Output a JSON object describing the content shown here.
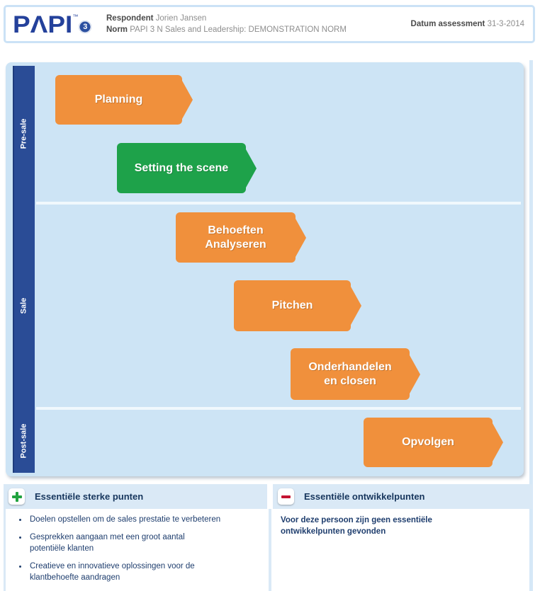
{
  "header": {
    "logo": {
      "text": "PΛPI",
      "tm": "™",
      "badge": "3"
    },
    "respondent_label": "Respondent",
    "respondent_value": "Jorien Jansen",
    "norm_label": "Norm",
    "norm_value": "PAPI 3 N Sales and Leadership: DEMONSTRATION NORM",
    "date_label": "Datum assessment",
    "date_value": "31-3-2014"
  },
  "diagram": {
    "rows": [
      {
        "label": "Pre-sale"
      },
      {
        "label": "Sale"
      },
      {
        "label": "Post-sale"
      }
    ],
    "stages": [
      {
        "row": "Pre-sale",
        "color": "#F0903C",
        "lines": [
          "Planning"
        ]
      },
      {
        "row": "Pre-sale",
        "color": "#1EA24A",
        "lines": [
          "Setting the scene"
        ]
      },
      {
        "row": "Sale",
        "color": "#F0903C",
        "lines": [
          "Behoeften",
          "Analyseren"
        ]
      },
      {
        "row": "Sale",
        "color": "#F0903C",
        "lines": [
          "Pitchen"
        ]
      },
      {
        "row": "Sale",
        "color": "#F0903C",
        "lines": [
          "Onderhandelen",
          "en closen"
        ]
      },
      {
        "row": "Post-sale",
        "color": "#F0903C",
        "lines": [
          "Opvolgen"
        ]
      }
    ]
  },
  "strengths": {
    "title": "Essentiële sterke punten",
    "icon": "plus-icon",
    "items": [
      {
        "lines": [
          "Doelen opstellen om de sales prestatie te verbeteren"
        ]
      },
      {
        "lines": [
          "Gesprekken aangaan met een groot aantal",
          "potentiële klanten"
        ]
      },
      {
        "lines": [
          "Creatieve en innovatieve oplossingen voor de",
          "klantbehoefte aandragen"
        ]
      }
    ]
  },
  "development": {
    "title": "Essentiële ontwikkelpunten",
    "icon": "minus-icon",
    "message_lines": [
      "Voor deze persoon zijn geen essentiële",
      "ontwikkelpunten gevonden"
    ]
  },
  "colors": {
    "accent_orange": "#F0903C",
    "accent_green": "#1EA24A",
    "sidebar_blue": "#2A4C96",
    "panel_light_blue": "#CDE4F5",
    "band_light_blue": "#DAE9F6",
    "navy_text": "#1F3E6E",
    "title_navy": "#17365D",
    "logo_blue": "#24419B",
    "plus_green": "#21A33F",
    "minus_red": "#C41432"
  }
}
